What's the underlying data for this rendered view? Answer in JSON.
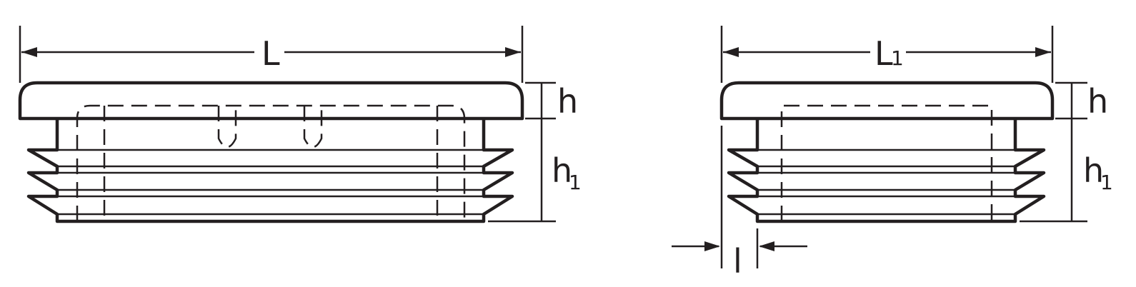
{
  "left_view": {
    "length_label": "L",
    "head_height_label": "h",
    "body_height_main": "h",
    "body_height_sub": "1"
  },
  "right_view": {
    "length_main": "L",
    "length_sub": "1",
    "head_height_label": "h",
    "body_height_main": "h",
    "body_height_sub": "1",
    "wall_label": "l"
  }
}
